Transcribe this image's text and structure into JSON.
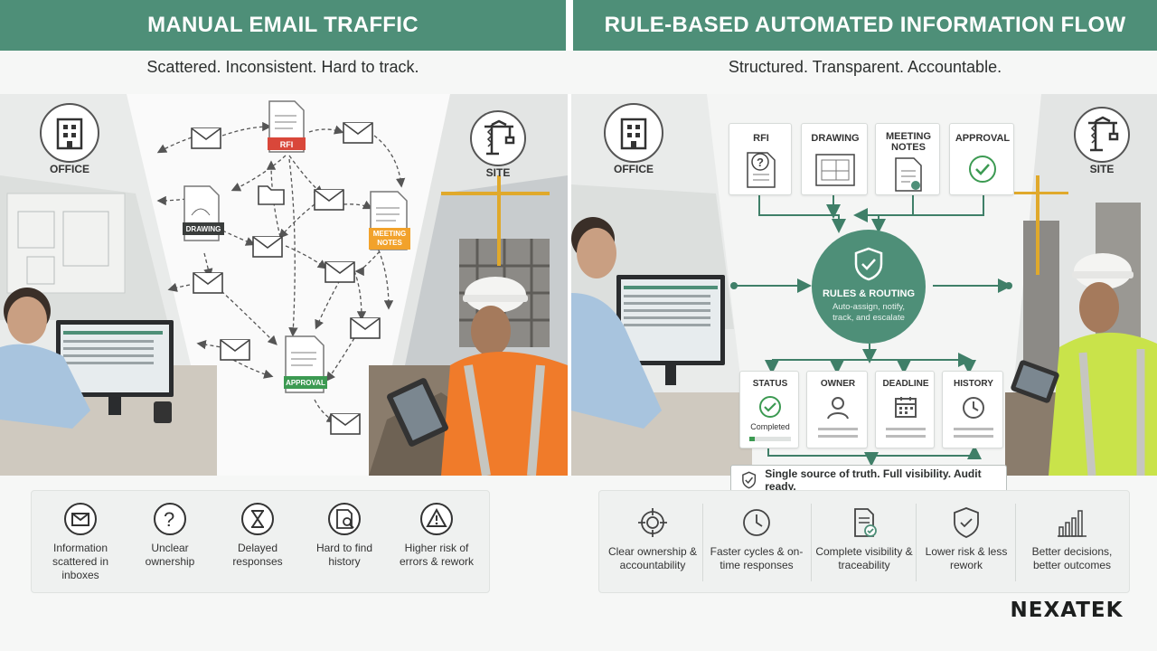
{
  "left": {
    "title": "MANUAL EMAIL TRAFFIC",
    "subtitle": "Scattered. Inconsistent. Hard to track.",
    "office_label": "OFFICE",
    "site_label": "SITE",
    "docs": {
      "rfi": "RFI",
      "drawing": "DRAWING",
      "meeting_notes": "MEETING NOTES",
      "approval": "APPROVAL"
    },
    "issues": [
      {
        "text": "Information scattered in inboxes",
        "icon": "envelope-icon"
      },
      {
        "text": "Unclear ownership",
        "icon": "question-icon"
      },
      {
        "text": "Delayed responses",
        "icon": "hourglass-icon"
      },
      {
        "text": "Hard to find history",
        "icon": "document-search-icon"
      },
      {
        "text": "Higher risk of errors & rework",
        "icon": "warning-icon"
      }
    ]
  },
  "right": {
    "title": "RULE-BASED AUTOMATED INFORMATION FLOW",
    "subtitle": "Structured. Transparent. Accountable.",
    "office_label": "OFFICE",
    "site_label": "SITE",
    "inputs": [
      "RFI",
      "DRAWING",
      "MEETING NOTES",
      "APPROVAL"
    ],
    "hub_title": "RULES & ROUTING",
    "hub_text": "Auto-assign, notify, track, and escalate",
    "outputs": [
      {
        "label": "STATUS",
        "value": "Completed"
      },
      {
        "label": "OWNER",
        "value": ""
      },
      {
        "label": "DEADLINE",
        "value": ""
      },
      {
        "label": "HISTORY",
        "value": ""
      }
    ],
    "truth_text": "Single source of truth. Full visibility. Audit ready.",
    "benefits": [
      {
        "text": "Clear ownership & accountability",
        "icon": "target-icon"
      },
      {
        "text": "Faster cycles & on-time responses",
        "icon": "clock-icon"
      },
      {
        "text": "Complete visibility & traceability",
        "icon": "document-check-icon"
      },
      {
        "text": "Lower risk & less rework",
        "icon": "shield-check-icon"
      },
      {
        "text": "Better decisions, better outcomes",
        "icon": "bar-chart-icon"
      }
    ]
  },
  "brand": {
    "logo_text": "NEXATEK"
  },
  "colors": {
    "accent": "#4e8f78",
    "rfi_red": "#d9473a",
    "notes_orange": "#f2a22b",
    "approval_green": "#3c9a52",
    "vest_orange": "#f07b2a"
  }
}
